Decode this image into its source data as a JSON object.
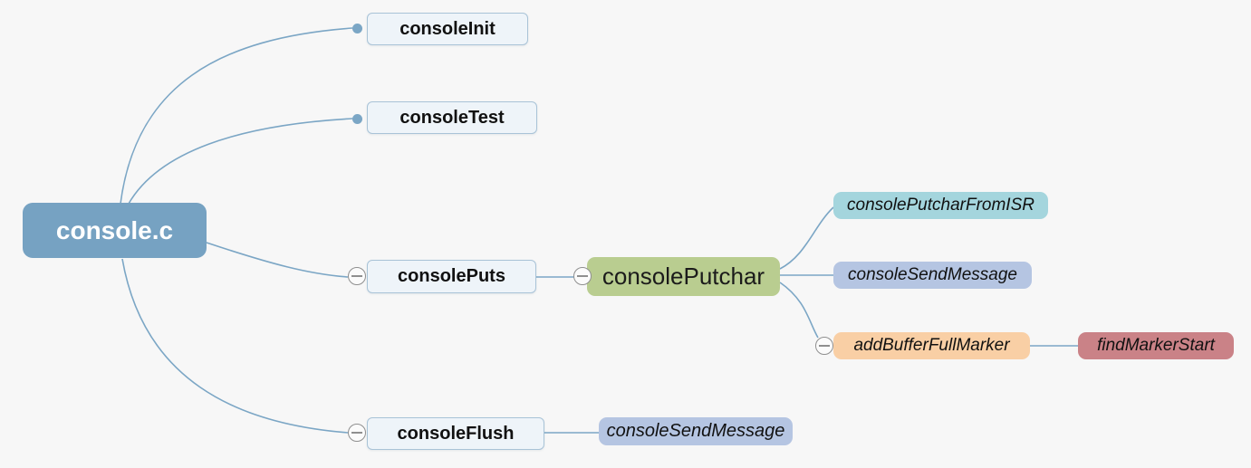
{
  "diagram": {
    "title": "console.c call graph mind map",
    "nodes": {
      "root": {
        "label": "console.c"
      },
      "consoleInit": {
        "label": "consoleInit"
      },
      "consoleTest": {
        "label": "consoleTest"
      },
      "consolePuts": {
        "label": "consolePuts"
      },
      "consolePutchar": {
        "label": "consolePutchar"
      },
      "consolePutcharFromISR": {
        "label": "consolePutcharFromISR"
      },
      "consoleSendMessage1": {
        "label": "consoleSendMessage"
      },
      "addBufferFullMarker": {
        "label": "addBufferFullMarker"
      },
      "findMarkerStart": {
        "label": "findMarkerStart"
      },
      "consoleFlush": {
        "label": "consoleFlush"
      },
      "consoleSendMessage2": {
        "label": "consoleSendMessage"
      }
    },
    "edges": [
      {
        "from": "console.c",
        "to": "consoleInit"
      },
      {
        "from": "console.c",
        "to": "consoleTest"
      },
      {
        "from": "console.c",
        "to": "consolePuts"
      },
      {
        "from": "console.c",
        "to": "consoleFlush"
      },
      {
        "from": "consolePuts",
        "to": "consolePutchar"
      },
      {
        "from": "consolePutchar",
        "to": "consolePutcharFromISR"
      },
      {
        "from": "consolePutchar",
        "to": "consoleSendMessage"
      },
      {
        "from": "consolePutchar",
        "to": "addBufferFullMarker"
      },
      {
        "from": "addBufferFullMarker",
        "to": "findMarkerStart"
      },
      {
        "from": "consoleFlush",
        "to": "consoleSendMessage"
      }
    ],
    "icons": {
      "collapse_toggle": "minus-circle-icon",
      "branch_endpoint": "dot"
    }
  },
  "colors": {
    "canvas_bg": "#f7f7f7",
    "edge": "#7ba6c5",
    "root_fill": "#76a2c2",
    "root_text": "#ffffff",
    "box_fill": "#eef4f9",
    "box_border": "#a9c3d7",
    "green": "#b9cd90",
    "teal": "#a4d5dd",
    "periwinkle": "#b5c5e2",
    "peach": "#f9cfa5",
    "rose": "#ca8287",
    "toggle_fill": "#fbfbfb",
    "toggle_border": "#8f8f8f"
  }
}
